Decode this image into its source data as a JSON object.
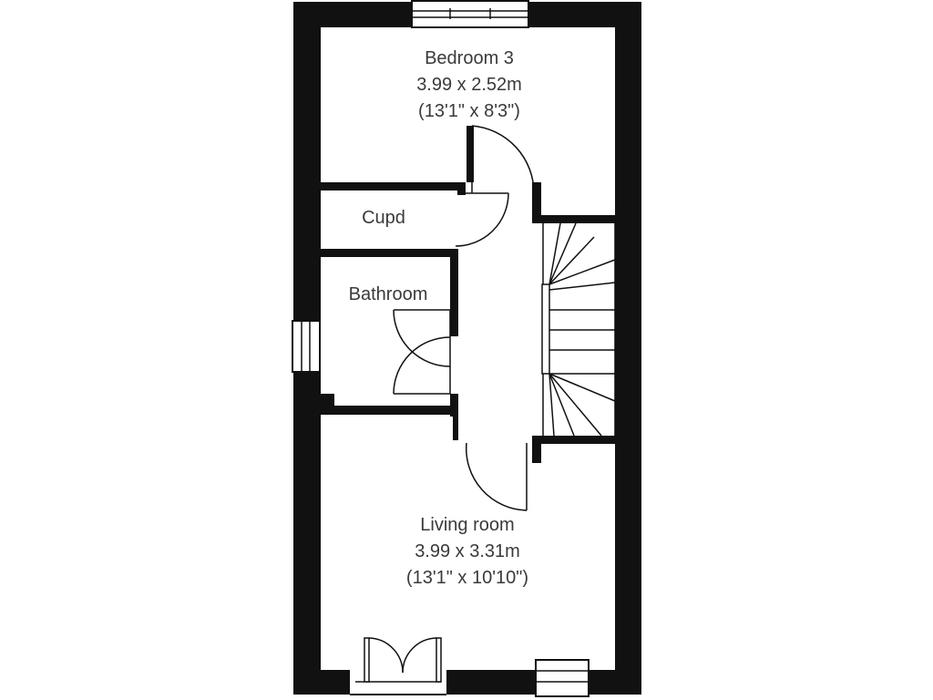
{
  "rooms": {
    "bedroom3": {
      "name": "Bedroom 3",
      "metric": "3.99 x 2.52m",
      "imperial": "(13'1\" x 8'3\")"
    },
    "cupd": {
      "name": "Cupd"
    },
    "bathroom": {
      "name": "Bathroom"
    },
    "living_room": {
      "name": "Living room",
      "metric": "3.99 x 3.31m",
      "imperial": "(13'1\" x 10'10\")"
    }
  },
  "colors": {
    "wall": "#111111",
    "line": "#111111",
    "text": "#3a3a3a",
    "fill": "#ffffff"
  }
}
